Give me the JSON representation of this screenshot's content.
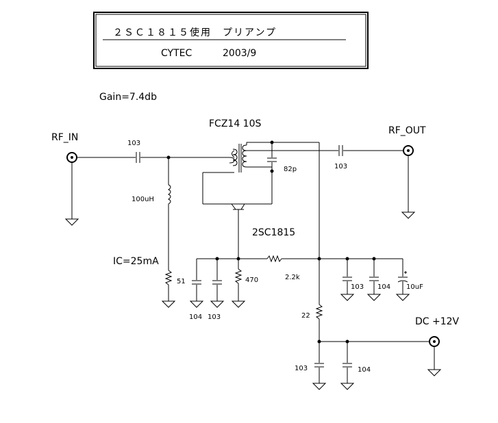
{
  "title_block": {
    "title": "２ＳＣ１８１５使用　プリアンプ",
    "author": "CYTEC",
    "date": "2003/9"
  },
  "gain": "Gain=7.4db",
  "labels": {
    "rf_in": "RF_IN",
    "rf_out": "RF_OUT",
    "transformer": "FCZ14 10S",
    "transistor": "2SC1815",
    "ic": "IC=25mA",
    "dc": "DC +12V"
  },
  "values": {
    "c_in": "103",
    "c_out": "103",
    "c_tank": "82p",
    "l_choke": "100uH",
    "r_51": "51",
    "r_470": "470",
    "r_2k2": "2.2k",
    "r_22": "22",
    "c_104_a": "104",
    "c_103_a": "103",
    "c_103_b": "103",
    "c_104_b": "104",
    "c_10uf": "10uF",
    "c_103_c": "103",
    "c_104_c": "104"
  }
}
